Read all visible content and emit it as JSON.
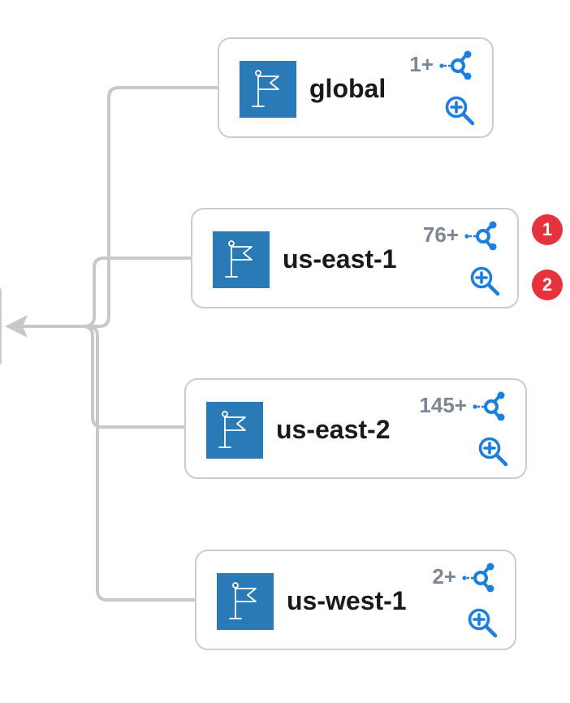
{
  "nodes": [
    {
      "label": "global",
      "count": "1+",
      "icon": "flag-icon"
    },
    {
      "label": "us-east-1",
      "count": "76+",
      "icon": "flag-icon"
    },
    {
      "label": "us-east-2",
      "count": "145+",
      "icon": "flag-icon"
    },
    {
      "label": "us-west-1",
      "count": "2+",
      "icon": "flag-icon"
    }
  ],
  "badges": [
    "1",
    "2"
  ],
  "colors": {
    "node_icon_bg": "#2a7ab8",
    "action_icon": "#1a7fe0",
    "count_text": "#7b8794",
    "connector": "#c8c8c8",
    "badge": "#e8323b",
    "node_border": "#cccccc"
  }
}
